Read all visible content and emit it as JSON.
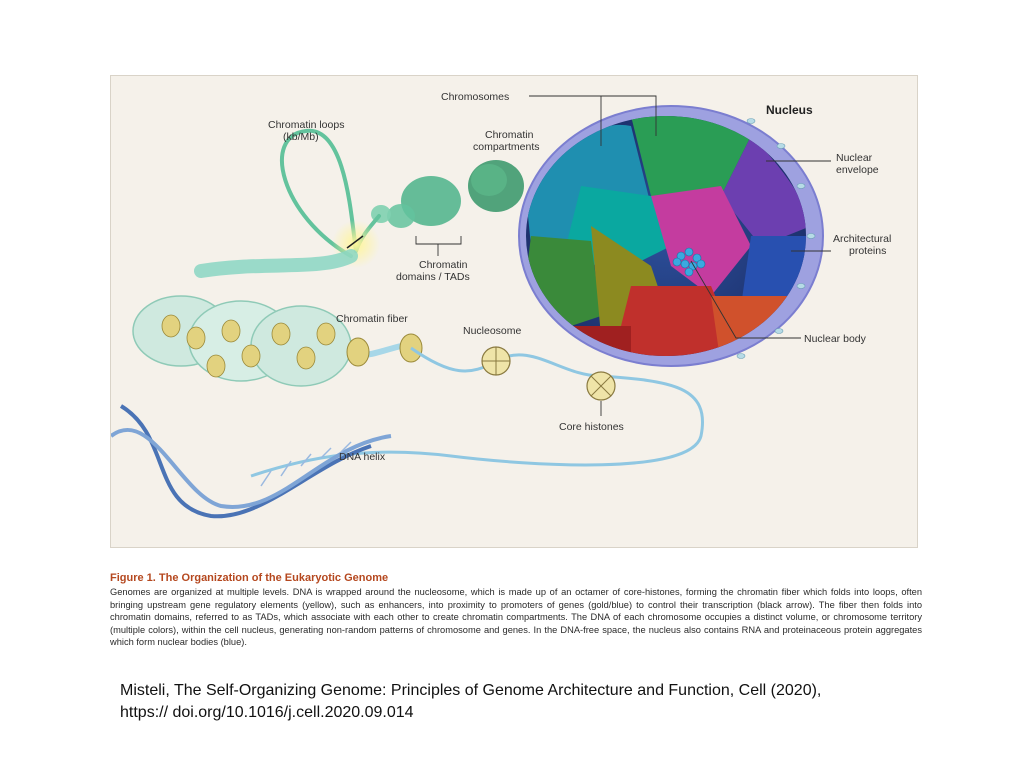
{
  "diagram": {
    "labels": {
      "chromosomes": "Chromosomes",
      "nucleus": "Nucleus",
      "chromatin_loops_1": "Chromatin loops",
      "chromatin_loops_2": "(kb/Mb)",
      "chromatin_compartments_1": "Chromatin",
      "chromatin_compartments_2": "compartments",
      "nuclear_envelope_1": "Nuclear",
      "nuclear_envelope_2": "envelope",
      "architectural_proteins_1": "Architectural",
      "architectural_proteins_2": "proteins",
      "chromatin_domains_1": "Chromatin",
      "chromatin_domains_2": "domains / TADs",
      "chromatin_fiber": "Chromatin fiber",
      "nucleosome": "Nucleosome",
      "nuclear_body": "Nuclear body",
      "core_histones": "Core histones",
      "dna_helix": "DNA helix"
    },
    "colors": {
      "background": "#f5f1ea",
      "envelope": "#8d8fd6",
      "chromatin_green": "#4aa887",
      "fiber_teal": "#6fc7b4",
      "dna_blue": "#5b86c4",
      "nucleosome_gold": "#e2d27f",
      "enhancer_yellow": "#fff26a"
    }
  },
  "caption": {
    "title": "Figure 1. The Organization of the Eukaryotic Genome",
    "body": "Genomes are organized at multiple levels. DNA is wrapped around the nucleosome, which is made up of an octamer of core-histones, forming the chromatin fiber which folds into loops, often bringing upstream gene regulatory elements (yellow), such as enhancers, into proximity to promoters of genes (gold/blue) to control their transcription (black arrow). The fiber then folds into chromatin domains, referred to as TADs, which associate with each other to create chromatin compartments. The DNA of each chromosome occupies a distinct volume, or chromosome territory (multiple colors), within the cell nucleus, generating non-random patterns of chromosome and genes. In the DNA-free space, the nucleus also contains RNA and proteinaceous protein aggregates which form nuclear bodies (blue)."
  },
  "citation": {
    "line1": "Misteli, The Self-Organizing Genome: Principles of Genome Architecture and Function, Cell (2020),",
    "line2": "https:// doi.org/10.1016/j.cell.2020.09.014"
  }
}
